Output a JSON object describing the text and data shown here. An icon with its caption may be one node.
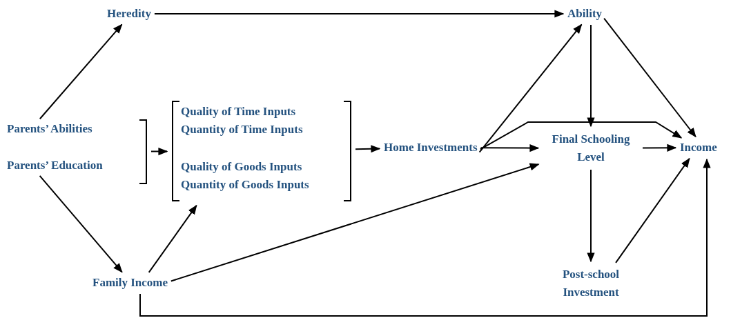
{
  "diagram": {
    "nodes": [
      {
        "text": [
          "Heredity"
        ]
      },
      {
        "text": [
          "Ability"
        ]
      },
      {
        "text": [],
        "shape": "bracket"
      },
      {
        "text": [
          "Parents’ Abilities"
        ],
        "in": 2
      },
      {
        "text": [
          "Parents’ Education"
        ],
        "in": 2
      },
      {
        "text": [
          "Quality of Time Inputs",
          "Quantity of Time Inputs",
          "Quality of Goods Inputs",
          "Quantity of Goods Inputs"
        ]
      },
      {
        "text": [
          "Home Investments"
        ]
      },
      {
        "text": [
          "Final Schooling Level"
        ]
      },
      {
        "text": [
          "Income"
        ]
      },
      {
        "text": [
          "Family Income"
        ]
      },
      {
        "text": [
          "Post-school Investment"
        ]
      }
    ],
    "edges": [
      {
        "from": 3,
        "to": 0,
        "arrow": "to"
      },
      {
        "from": 0,
        "to": 1,
        "arrow": "to"
      },
      {
        "from": 4,
        "to": 9,
        "arrow": "to"
      },
      {
        "from": 2,
        "to": 5,
        "arrow": "to"
      },
      {
        "from": 9,
        "to": 5,
        "arrow": "to"
      },
      {
        "from": 5,
        "to": 6,
        "arrow": "to"
      },
      {
        "from": 6,
        "to": 1,
        "arrow": "to"
      },
      {
        "from": 6,
        "to": 7,
        "arrow": "to"
      },
      {
        "from": 1,
        "to": 7,
        "arrow": "to"
      },
      {
        "from": 9,
        "to": 7,
        "arrow": "to"
      },
      {
        "from": 7,
        "to": 8,
        "arrow": "to"
      },
      {
        "from": 7,
        "to": 10,
        "arrow": "to"
      },
      {
        "from": 10,
        "to": 8,
        "arrow": "to"
      },
      {
        "from": 9,
        "to": 8,
        "arrow": "to"
      },
      {
        "from": 6,
        "to": 8,
        "arrow": "to"
      },
      {
        "from": 1,
        "to": 8,
        "arrow": "to"
      }
    ]
  }
}
